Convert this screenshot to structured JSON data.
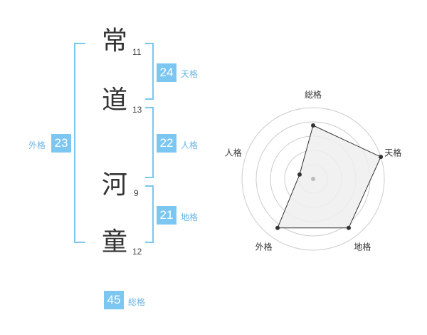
{
  "name_chars": [
    {
      "char": "常",
      "strokes": "11"
    },
    {
      "char": "道",
      "strokes": "13"
    },
    {
      "char": "河",
      "strokes": "9"
    },
    {
      "char": "童",
      "strokes": "12"
    }
  ],
  "kaku": {
    "tenkaku": {
      "value": "24",
      "label": "天格"
    },
    "jinkaku": {
      "value": "22",
      "label": "人格"
    },
    "chikaku": {
      "value": "21",
      "label": "地格"
    },
    "gaikaku": {
      "value": "23",
      "label": "外格"
    },
    "soukaku": {
      "value": "45",
      "label": "総格"
    }
  },
  "chart_data": {
    "type": "radar",
    "axes": [
      "総格",
      "天格",
      "地格",
      "外格",
      "人格"
    ],
    "values": [
      0.75,
      1.0,
      0.85,
      0.85,
      0.2
    ],
    "rings": 5,
    "colors": {
      "fill": "#eeeeee",
      "stroke": "#333333",
      "grid": "#cccccc",
      "point": "#333333"
    }
  },
  "colors": {
    "accent": "#7cc6f2",
    "label": "#6bb6e6"
  }
}
